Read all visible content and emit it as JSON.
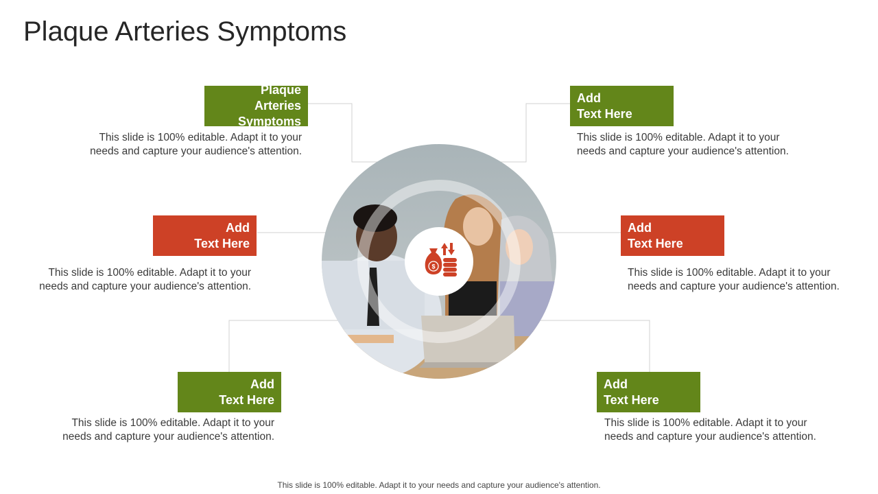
{
  "title": "Plaque Arteries Symptoms",
  "colors": {
    "green": "#63861a",
    "red": "#cd4126",
    "connector": "#d0d0d0"
  },
  "center_icon": "money-bag-coins-icon",
  "items": [
    {
      "heading_line1": "Plaque Arteries",
      "heading_line2": "Symptoms",
      "desc_line1": "This slide is 100% editable. Adapt it to your",
      "desc_line2": "needs and capture your audience's attention."
    },
    {
      "heading_line1": "Add",
      "heading_line2": "Text Here",
      "desc_line1": "This slide is 100% editable. Adapt it to your",
      "desc_line2": "needs and capture your audience's attention."
    },
    {
      "heading_line1": "Add",
      "heading_line2": "Text Here",
      "desc_line1": "This slide is 100% editable. Adapt it to your",
      "desc_line2": "needs and capture your audience's attention."
    },
    {
      "heading_line1": "Add",
      "heading_line2": "Text Here",
      "desc_line1": "This slide is 100% editable. Adapt it to your",
      "desc_line2": "needs and capture your audience's attention."
    },
    {
      "heading_line1": "Add",
      "heading_line2": "Text Here",
      "desc_line1": "This slide is 100% editable. Adapt it to your",
      "desc_line2": "needs and capture your audience's attention."
    },
    {
      "heading_line1": "Add",
      "heading_line2": "Text Here",
      "desc_line1": "This slide is 100% editable. Adapt it to your",
      "desc_line2": "needs and capture your audience's attention."
    }
  ],
  "footer": "This slide is 100% editable. Adapt it to your needs and capture your audience's attention."
}
